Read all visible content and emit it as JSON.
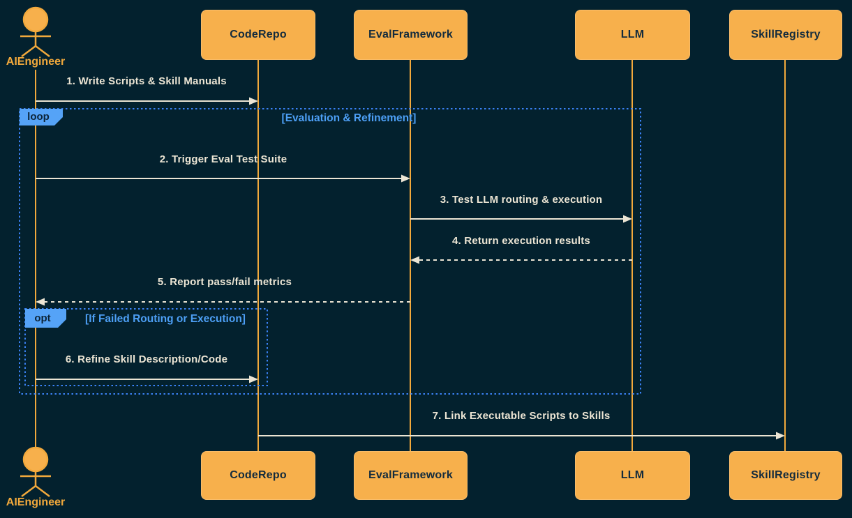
{
  "diagram": {
    "type": "sequence-diagram",
    "participants": [
      {
        "label": "AIEngineer",
        "kind": "actor"
      },
      {
        "label": "CodeRepo",
        "kind": "participant"
      },
      {
        "label": "EvalFramework",
        "kind": "participant"
      },
      {
        "label": "LLM",
        "kind": "participant"
      },
      {
        "label": "SkillRegistry",
        "kind": "participant"
      }
    ],
    "messages": [
      {
        "text": "1. Write Scripts & Skill Manuals",
        "from": "AIEngineer",
        "to": "CodeRepo",
        "line": "solid"
      },
      {
        "text": "2. Trigger Eval Test Suite",
        "from": "AIEngineer",
        "to": "EvalFramework",
        "line": "solid"
      },
      {
        "text": "3. Test LLM routing & execution",
        "from": "EvalFramework",
        "to": "LLM",
        "line": "solid"
      },
      {
        "text": "4. Return execution results",
        "from": "LLM",
        "to": "EvalFramework",
        "line": "dashed"
      },
      {
        "text": "5. Report pass/fail metrics",
        "from": "EvalFramework",
        "to": "AIEngineer",
        "line": "dashed"
      },
      {
        "text": "6. Refine Skill Description/Code",
        "from": "AIEngineer",
        "to": "CodeRepo",
        "line": "solid"
      },
      {
        "text": "7. Link Executable Scripts to Skills",
        "from": "CodeRepo",
        "to": "SkillRegistry",
        "line": "solid"
      }
    ],
    "frames": [
      {
        "kind": "loop",
        "tab_label": "loop",
        "condition": "[Evaluation & Refinement]"
      },
      {
        "kind": "opt",
        "tab_label": "opt",
        "condition": "[If Failed Routing or Execution]"
      }
    ],
    "colors": {
      "background": "#03212e",
      "participant_fill": "#f7b04c",
      "participant_text": "#132b3d",
      "lifeline": "#f2a93c",
      "message_line": "#ece5d4",
      "frame_border": "#3b82f6",
      "frame_tab_fill": "#55a3f7",
      "frame_condition_text": "#4d9ff5"
    }
  }
}
